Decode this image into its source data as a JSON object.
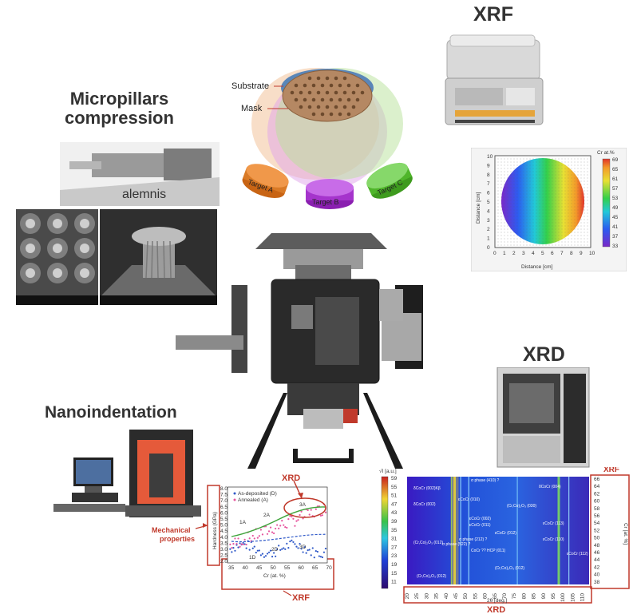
{
  "titles": {
    "xrf": "XRF",
    "micropillars_line1": "Micropillars",
    "micropillars_line2": "compression",
    "xrd": "XRD",
    "nanoindentation": "Nanoindentation"
  },
  "deposition": {
    "substrate": "Substrate",
    "mask": "Mask",
    "target_a": "Target A",
    "target_b": "Target B",
    "target_c": "Target C"
  },
  "alemnis_logo": "alemnis",
  "xrf_map": {
    "legend_title": "Cr at.%",
    "legend_ticks": [
      "69",
      "65",
      "61",
      "57",
      "53",
      "49",
      "45",
      "41",
      "37",
      "33"
    ],
    "xlabel": "Distance [cm]",
    "ylabel": "Distance [cm]",
    "x_ticks": [
      "0",
      "1",
      "2",
      "3",
      "4",
      "5",
      "6",
      "7",
      "8",
      "9",
      "10"
    ],
    "y_ticks": [
      "10",
      "9",
      "8",
      "7",
      "6",
      "5",
      "4",
      "3",
      "2",
      "1",
      "0"
    ]
  },
  "hardness_chart": {
    "ylabel": "Hardness (GPa)",
    "xlabel": "Cr (at. %)",
    "legend": [
      "As-deposited (D)",
      "Annealed (A)"
    ],
    "x_ticks": [
      "35",
      "40",
      "45",
      "50",
      "55",
      "60",
      "65",
      "70"
    ],
    "y_ticks": [
      "8.0",
      "7.5",
      "7.0",
      "6.5",
      "6.0",
      "5.5",
      "5.0",
      "4.5",
      "4.0",
      "3.5",
      "3.0",
      "2.5",
      "2.0"
    ],
    "annotations": [
      "1A",
      "2A",
      "3A",
      "2D",
      "3D",
      "1D"
    ],
    "xrd_callout": "XRD",
    "mech_label_1": "Mechanical",
    "mech_label_2": "properties",
    "xrf_callout": "XRF"
  },
  "xrd_map": {
    "legend_title": "√I [a.u.]",
    "legend_ticks": [
      "59",
      "55",
      "51",
      "47",
      "43",
      "39",
      "35",
      "31",
      "27",
      "23",
      "19",
      "15",
      "11"
    ],
    "right_ticks": [
      "66",
      "64",
      "62",
      "60",
      "58",
      "56",
      "54",
      "52",
      "50",
      "48",
      "46",
      "44",
      "42",
      "40",
      "38"
    ],
    "right_label": "Cr [at. %]",
    "x_ticks": [
      "20",
      "25",
      "30",
      "35",
      "40",
      "45",
      "50",
      "55",
      "60",
      "65",
      "70",
      "75",
      "80",
      "85",
      "90",
      "95",
      "100",
      "105",
      "110"
    ],
    "xlabel": "2θ [deg.]",
    "xrf_tag": "XRF",
    "xrd_tag": "XRD",
    "peaks": [
      "σ phase (410) ?",
      "δCoCr (002)Kβ",
      "δCoCr (002)",
      "εCoCr (010)",
      "(Cr,Co)₂O₃ (030)",
      "δCoCr (004)",
      "εCoCr (002)",
      "εCoCr (011)",
      "σ phase (212) ?",
      "σ phase (522) ?",
      "CoCr ?? HCP (011)",
      "(Cr,Co)₂O₃ (012)",
      "(Cr,Co)₂O₃ (012)",
      "εCoCr (012)",
      "εCoCr (113)",
      "εCoCr (110)",
      "εCoCr (112)",
      "(Cr,Co)₂O₃ (012)"
    ]
  }
}
